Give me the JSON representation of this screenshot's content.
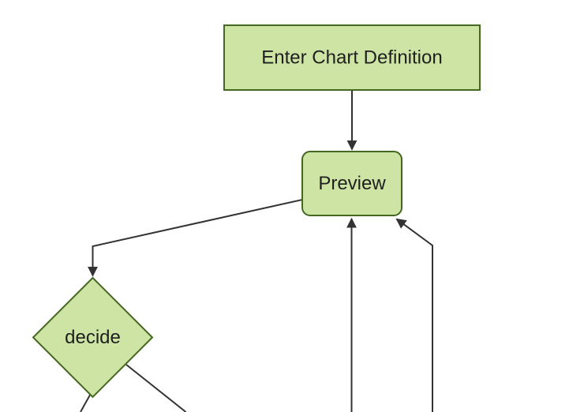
{
  "diagram": {
    "type": "flowchart",
    "direction": "top-down",
    "nodes": {
      "enter_chart_definition": {
        "label": "Enter Chart Definition",
        "shape": "rectangle"
      },
      "preview": {
        "label": "Preview",
        "shape": "rounded-rectangle"
      },
      "decide": {
        "label": "decide",
        "shape": "diamond"
      }
    },
    "edges": [
      {
        "from": "enter_chart_definition",
        "to": "preview",
        "arrow": true
      },
      {
        "from": "preview",
        "to": "decide",
        "arrow": true
      },
      {
        "from": "offscreen_bottom",
        "to": "preview",
        "arrow": true
      },
      {
        "from": "offscreen_bottom_right",
        "to": "preview",
        "arrow": true
      },
      {
        "from": "decide",
        "to": "offscreen_bottom",
        "arrow": false
      },
      {
        "from": "decide",
        "to": "offscreen_bottom_right",
        "arrow": false
      }
    ],
    "colors": {
      "background": "#ffffff",
      "node_fill": "#cde4a4",
      "node_border": "#44681f",
      "edge_color": "#333333",
      "text_color": "#1f1f1f"
    }
  }
}
